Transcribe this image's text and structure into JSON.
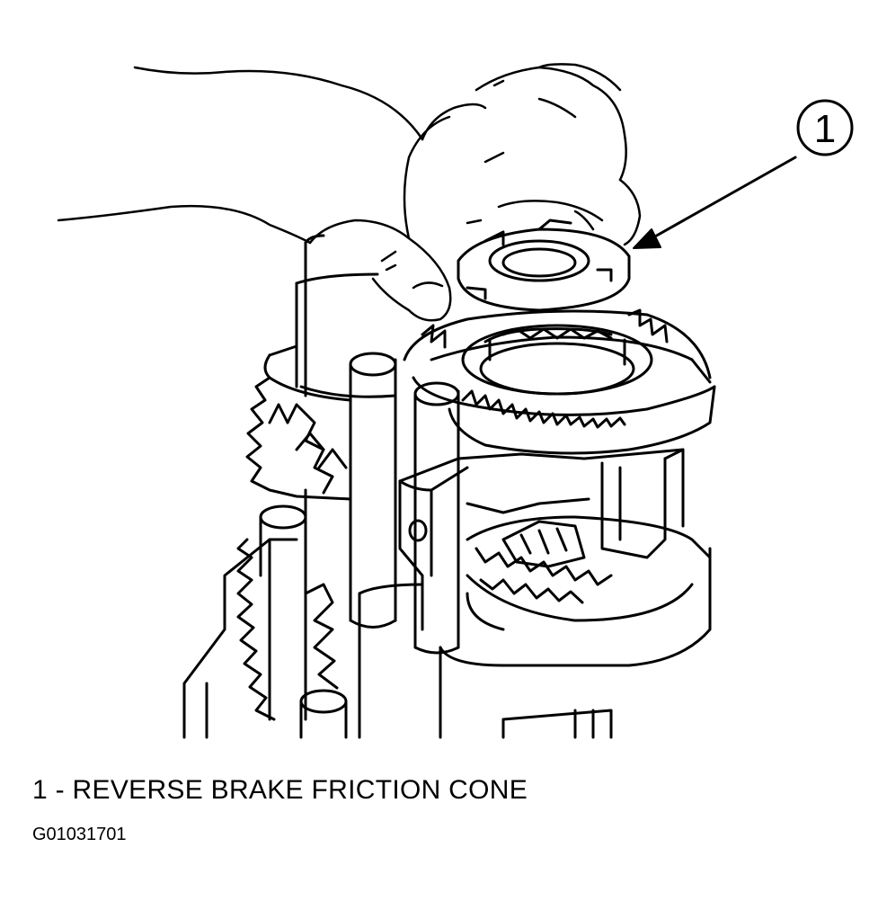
{
  "figure": {
    "callout_number": "1",
    "caption": "1 - REVERSE BRAKE FRICTION CONE",
    "figure_code": "G01031701"
  },
  "colors": {
    "line": "#000000",
    "background": "#ffffff"
  }
}
